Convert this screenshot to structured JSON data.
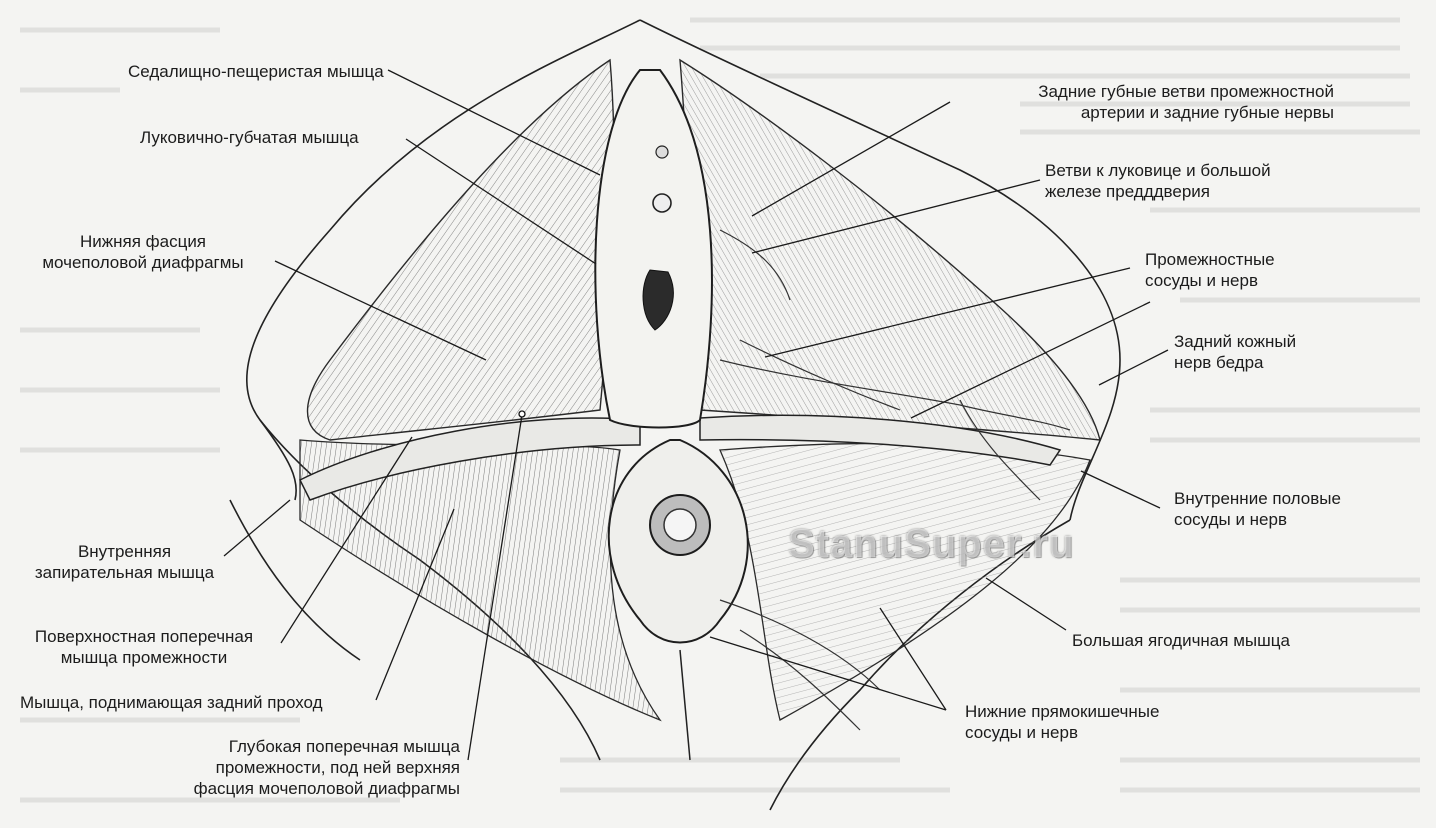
{
  "labels": {
    "ischiocavernosus": "Седалищно-пещеристая мышца",
    "bulbospongiosus": "Луковично-губчатая мышца",
    "inferior_fascia": [
      "Нижняя фасция",
      "мочеполовой диафрагмы"
    ],
    "obturator_internus": [
      "Внутренняя",
      "запирательная мышца"
    ],
    "superficial_transverse": [
      "Поверхностная поперечная",
      "мышца промежности"
    ],
    "levator_ani": "Мышца, поднимающая задний проход",
    "deep_transverse": [
      "Глубокая поперечная мышца",
      "промежности, под ней верхняя",
      "фасция мочеполовой диафрагмы"
    ],
    "labial_branches": [
      "Задние губные ветви промежностной",
      "артерии и задние губные нервы"
    ],
    "bulb_branches": [
      "Ветви к луковице и большой",
      "железе предддверия"
    ],
    "perineal_vessels": [
      "Промежностные",
      "сосуды и нерв"
    ],
    "posterior_cutaneous": [
      "Задний кожный",
      "нерв бедра"
    ],
    "internal_pudendal": [
      "Внутренние половые",
      "сосуды и нерв"
    ],
    "gluteus_maximus": "Большая ягодичная мышца",
    "inferior_rectal": [
      "Нижние прямокишечные",
      "сосуды и нерв"
    ]
  },
  "watermark": "StanuSuper.ru"
}
